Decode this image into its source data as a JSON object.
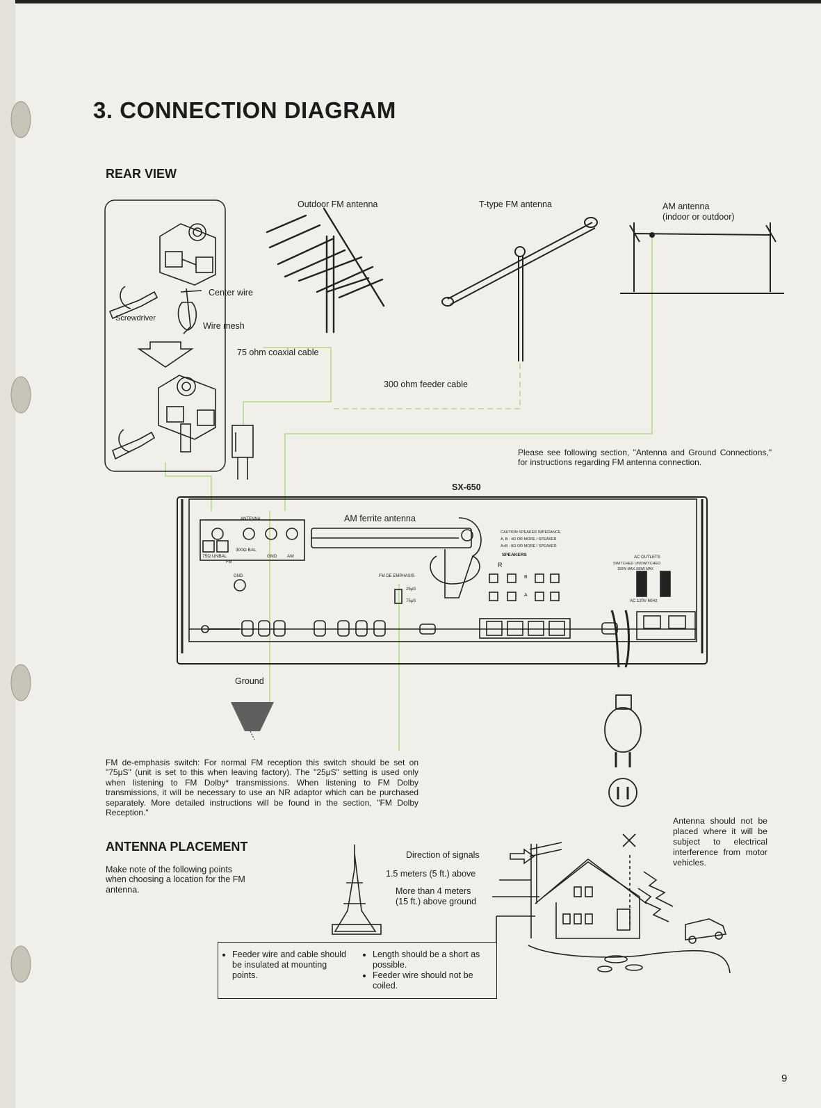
{
  "page": {
    "title": "3. CONNECTION DIAGRAM",
    "rear_view_heading": "REAR VIEW",
    "page_number": "9"
  },
  "labels": {
    "outdoor_fm": "Outdoor FM antenna",
    "ttype_fm": "T-type FM antenna",
    "am_antenna_1": "AM antenna",
    "am_antenna_2": "(indoor or outdoor)",
    "center_wire": "Center wire",
    "screwdriver": "Screwdriver",
    "wire_mesh": "Wire mesh",
    "coax": "75 ohm coaxial cable",
    "feeder": "300 ohm feeder cable",
    "model": "SX-650",
    "am_ferrite": "AM ferrite antenna",
    "ground": "Ground",
    "antenna_panel": "ANTENNA",
    "ohm_300_bal": "300Ω BAL",
    "ohm_75_unbal": "75Ω UNBAL",
    "gnd": "GND",
    "am": "AM",
    "fm": "FM",
    "fm_de_emphasis": "FM DE EMPHASIS",
    "us25": "25μS",
    "us75": "75μS",
    "caution_1": "CAUTION SPEAKER IMPEDANCE",
    "caution_2": "A, B : 4Ω OR MORE / SPEAKER",
    "caution_3": "A+B : 8Ω OR MORE / SPEAKER",
    "speakers": "SPEAKERS",
    "spk_r": "R",
    "spk_b": "B",
    "spk_a": "A",
    "ac_outlets": "AC OUTLETS",
    "ac_switched": "SWITCHED UNSWITCHED",
    "ac_max": "150W MAX 300W MAX",
    "ac_rating": "AC 120V 60Hz"
  },
  "notes": {
    "fm_antenna_connection": "Please see following section, \"Antenna and Ground Connections,\" for instructions regarding FM antenna connection.",
    "fm_de_emphasis_switch": "FM de-emphasis switch: For normal FM reception this switch should be set on \"75μS\" (unit is set to this when leaving factory). The \"25μS\" setting is used only when listening to FM Dolby* transmissions. When listening to FM Dolby transmissions, it will be necessary to use an NR adaptor which can be purchased separately. More detailed instructions will be found in the section, \"FM Dolby Reception.\""
  },
  "placement": {
    "heading": "ANTENNA PLACEMENT",
    "intro": "Make note of the following points when choosing a location for the FM antenna.",
    "direction": "Direction of signals",
    "above": "1.5 meters (5 ft.) above",
    "more_than": "More than 4 meters",
    "above_ground": "(15 ft.) above ground",
    "warning": "Antenna should not be placed where it will be subject to electrical interference from motor vehicles.",
    "box_left": [
      "Feeder wire and cable should be insulated at mounting points."
    ],
    "box_right": [
      "Length should be a short as possible.",
      "Feeder wire should not be coiled."
    ]
  },
  "colors": {
    "paper": "#f1efe9",
    "ink": "#1b1b1b",
    "lead_line": "#a7d86f"
  }
}
